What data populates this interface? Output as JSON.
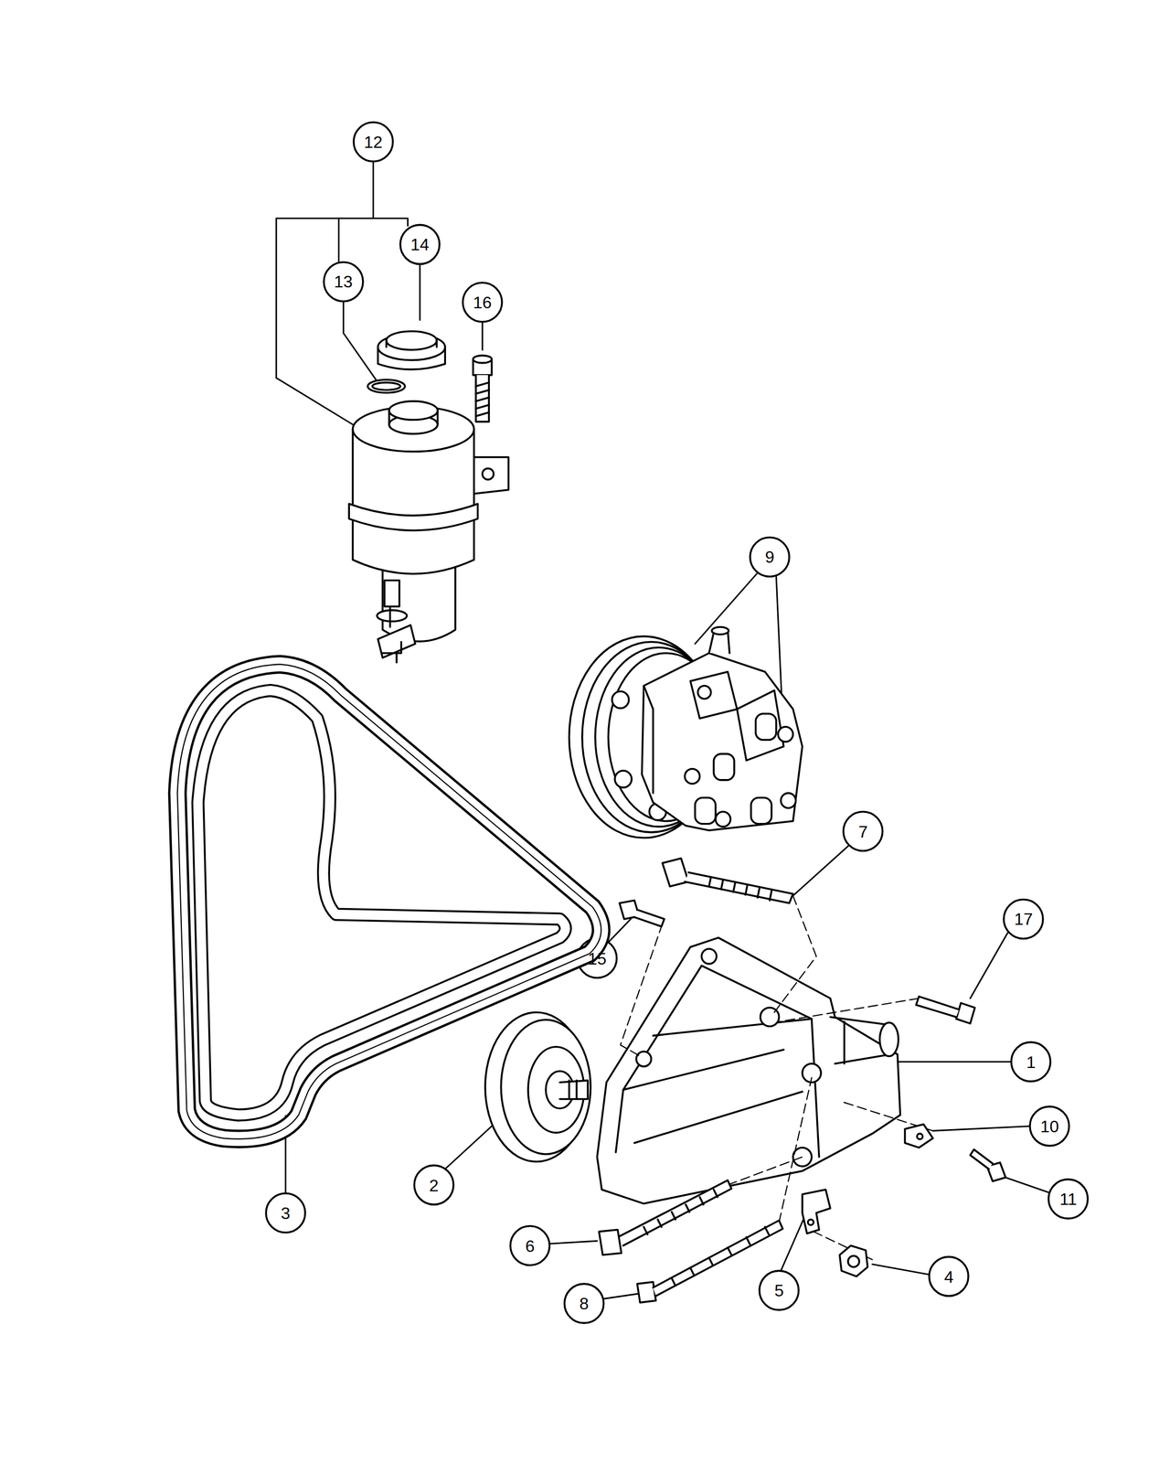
{
  "diagram": {
    "labels": [
      "12",
      "14",
      "13",
      "16",
      "9",
      "7",
      "17",
      "15",
      "1",
      "10",
      "11",
      "2",
      "3",
      "6",
      "4",
      "5",
      "8"
    ]
  }
}
